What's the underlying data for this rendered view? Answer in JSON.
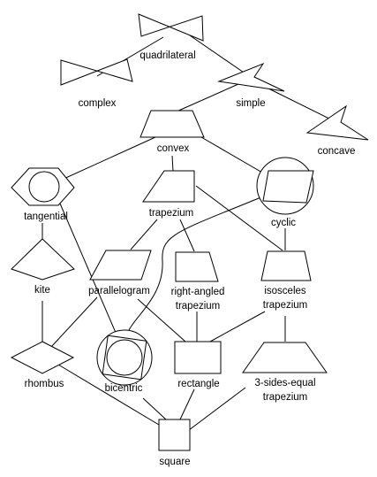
{
  "diagram": {
    "nodes": {
      "quadrilateral": {
        "label": "quadrilateral",
        "shape": "crossed-quadrilateral-icon"
      },
      "complex": {
        "label": "complex",
        "shape": "crossed-quadrilateral-icon"
      },
      "simple": {
        "label": "simple",
        "shape": "arrowhead-quadrilateral-icon"
      },
      "concave": {
        "label": "concave",
        "shape": "arrowhead-quadrilateral-icon"
      },
      "convex": {
        "label": "convex",
        "shape": "trapezoid-icon"
      },
      "tangential": {
        "label": "tangential",
        "shape": "kite-with-incircle-icon"
      },
      "trapezium": {
        "label": "trapezium",
        "shape": "trapezium-icon"
      },
      "cyclic": {
        "label": "cyclic",
        "shape": "quadrilateral-with-circumcircle-icon"
      },
      "kite": {
        "label": "kite",
        "shape": "kite-icon"
      },
      "parallelogram": {
        "label": "parallelogram",
        "shape": "parallelogram-icon"
      },
      "right_angled_trapezium": {
        "label_line1": "right-angled",
        "label_line2": "trapezium",
        "shape": "right-trapezium-icon"
      },
      "isosceles_trapezium": {
        "label_line1": "isosceles",
        "label_line2": "trapezium",
        "shape": "isosceles-trapezium-icon"
      },
      "rhombus": {
        "label": "rhombus",
        "shape": "rhombus-icon"
      },
      "bicentric": {
        "label": "bicentric",
        "shape": "square-with-circles-icon"
      },
      "rectangle": {
        "label": "rectangle",
        "shape": "rectangle-icon"
      },
      "three_sides_equal_trapezium": {
        "label_line1": "3-sides-equal",
        "label_line2": "trapezium",
        "shape": "trapezium-icon"
      },
      "square": {
        "label": "square",
        "shape": "square-icon"
      }
    }
  }
}
